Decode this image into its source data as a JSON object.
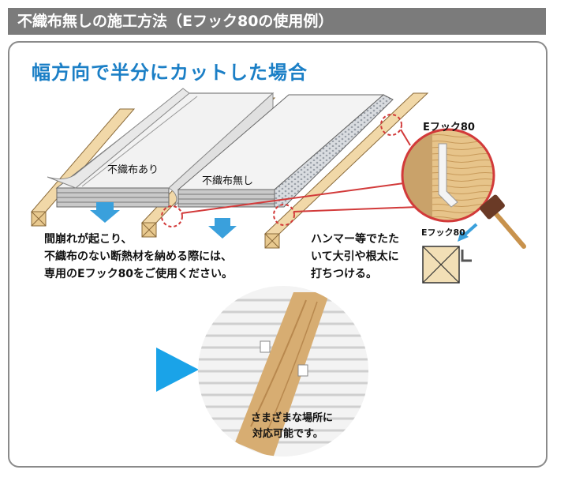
{
  "header": {
    "title": "不織布無しの施工方法（Eフック80の使用例）"
  },
  "section": {
    "title": "幅方向で半分にカットした場合"
  },
  "labels": {
    "with_fabric": "不織布あり",
    "without_fabric": "不織布無し",
    "hook_zoom": "Eフック80",
    "hook_small": "Eフック80"
  },
  "notes": {
    "left_line1": "間崩れが起こり、",
    "left_line2": "不織布のない断熱材を納める際には、",
    "left_line3": "専用のEフック80をご使用ください。",
    "right_line1": "ハンマー等でたた",
    "right_line2": "いて大引や根太に",
    "right_line3": "打ちつける。"
  },
  "photo_caption": {
    "line1": "さまざまな場所に",
    "line2": "対応可能です。"
  },
  "colors": {
    "header_bg": "#7b7b7b",
    "title_blue": "#1b7fc6",
    "arrow_blue": "#3aa0dc",
    "wood": "#e8c98f",
    "callout_red": "#d23a3a"
  },
  "icons": [
    "down-arrow-icon",
    "hammer-icon",
    "play-triangle-icon",
    "hook-icon"
  ]
}
